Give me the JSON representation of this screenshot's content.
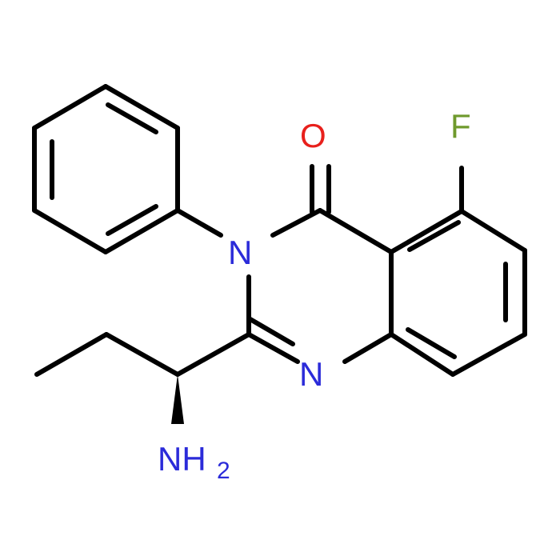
{
  "colors": {
    "background": "#ffffff",
    "bond": "#000000",
    "nitrogen": "#2b2bd9",
    "oxygen": "#e8201c",
    "fluorine": "#6f9a2d"
  },
  "atoms": {
    "oxygen": {
      "text": "O"
    },
    "fluorine": {
      "text": "F"
    },
    "n3": {
      "text": "N"
    },
    "n1": {
      "text": "N"
    },
    "amine": {
      "text": "NH",
      "subscript": "2"
    }
  }
}
